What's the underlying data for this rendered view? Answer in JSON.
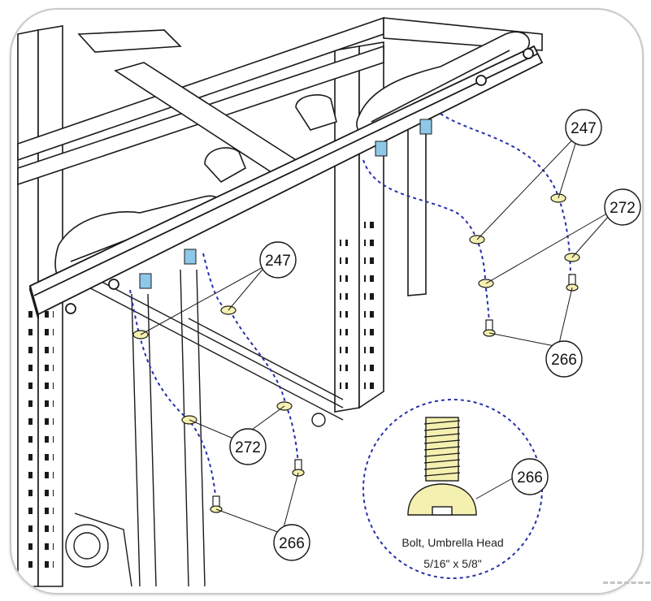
{
  "callouts": {
    "washer_top_right": "247",
    "spacer_top_right": "272",
    "bolt_top_right": "266",
    "washer_left": "247",
    "spacer_left": "272",
    "bolt_left": "266",
    "detail_bolt": "266"
  },
  "detail": {
    "caption_line1": "Bolt, Umbrella Head",
    "caption_line2": "5/16\" x 5/8\""
  },
  "colors": {
    "line": "#1a1a1a",
    "dash": "#2630a8",
    "part_highlight": "#f4f0b0",
    "sleeve": "#8ec8e8",
    "frame_border": "#c9c9c9"
  }
}
